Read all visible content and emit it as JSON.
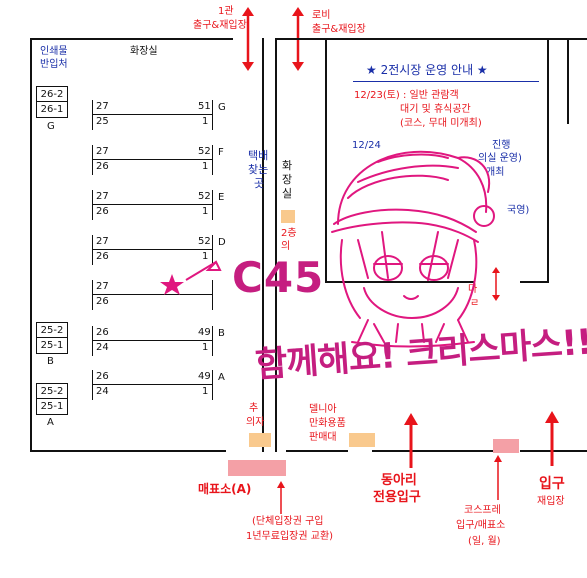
{
  "top": {
    "hall1_title": "1관",
    "hall1_sub": "출구&재입장",
    "lobby_title": "로비",
    "lobby_sub": "출구&재입장"
  },
  "left": {
    "loading_line1": "인쇄물",
    "loading_line2": "반입처",
    "restroom": "화장실"
  },
  "blocks": [
    {
      "id": "26-2"
    },
    {
      "id": "26-1"
    },
    {
      "id": "25-2"
    },
    {
      "id": "25-1"
    },
    {
      "id": "25-2"
    },
    {
      "id": "25-1"
    }
  ],
  "block_labels": {
    "g": "G",
    "b": "B",
    "a": "A"
  },
  "rows": [
    {
      "top_left": "27",
      "top_right": "51",
      "bot_left": "25",
      "bot_right": "1",
      "letter": "G"
    },
    {
      "top_left": "27",
      "top_right": "52",
      "bot_left": "26",
      "bot_right": "1",
      "letter": "F"
    },
    {
      "top_left": "27",
      "top_right": "52",
      "bot_left": "26",
      "bot_right": "1",
      "letter": "E"
    },
    {
      "top_left": "27",
      "top_right": "52",
      "bot_left": "26",
      "bot_right": "1",
      "letter": "D"
    },
    {
      "top_left": "27",
      "top_right": "",
      "bot_left": "26",
      "bot_right": "",
      "letter": ""
    },
    {
      "top_left": "26",
      "top_right": "49",
      "bot_left": "24",
      "bot_right": "1",
      "letter": "B"
    },
    {
      "top_left": "26",
      "top_right": "49",
      "bot_left": "24",
      "bot_right": "1",
      "letter": "A"
    }
  ],
  "corridor": {
    "delivery_1": "택배",
    "delivery_2": "찾는",
    "delivery_3": "곳",
    "wc_1": "화",
    "wc_2": "장",
    "wc_3": "실",
    "floor2_1": "2층",
    "floor2_2": "의"
  },
  "notice": {
    "title": "★ 2전시장 운영 안내 ★",
    "line1": "12/23(토) : 일반 관람객",
    "line2": "대기 및 휴식공간",
    "line3": "(코스, 무대 미개최)",
    "line4": "12/24",
    "line5": "진행",
    "line6": "의실 운영)",
    "line7": "개최",
    "line8": "국영)"
  },
  "stamp": {
    "event": "C45",
    "message": "함께해요! 크리스마스!!"
  },
  "bottom_area": {
    "chair_1": "추",
    "chair_2": "의자",
    "goods_1": "델니아",
    "goods_2": "만화용품",
    "goods_3": "판매대",
    "right_label": "다",
    "right_label2": "ㄹ"
  },
  "bottom": {
    "ticket_title": "매표소(A)",
    "ticket_note1": "(단체입장권 구입",
    "ticket_note2": "1년무료입장권 교환)",
    "club_entry1": "동아리",
    "club_entry2": "전용입구",
    "cosplay1": "코스프레",
    "cosplay2": "입구/매표소",
    "cosplay3": "(일, 월)",
    "entrance_title": "입구",
    "entrance_sub": "재입장"
  }
}
